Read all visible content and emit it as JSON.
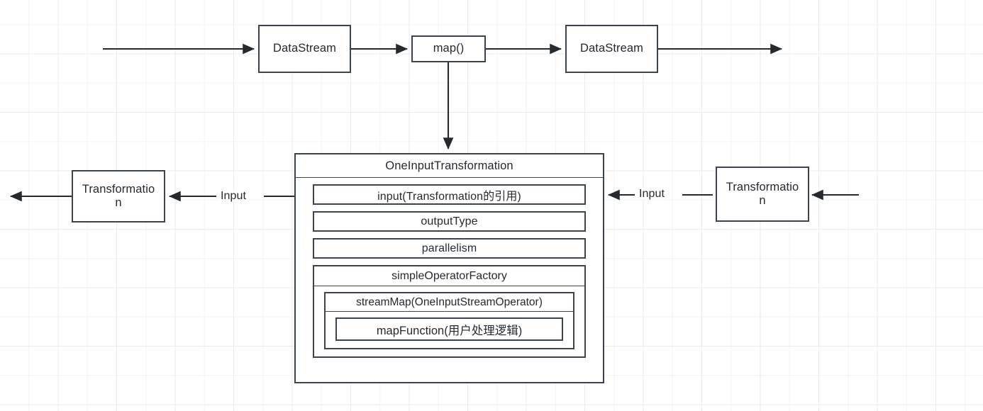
{
  "diagram": {
    "title": "Flink map() to OneInputTransformation structure",
    "colors": {
      "stroke": "#3b434d",
      "text": "#26292e",
      "background": "#ffffff",
      "grid_minor": "#f4f4f4",
      "grid_major": "#ebebeb"
    }
  },
  "top_flow": {
    "datastream_in": "DataStream",
    "map_call": "map()",
    "datastream_out": "DataStream"
  },
  "sides": {
    "transformation_left": "Transformation",
    "transformation_right": "Transformation",
    "label_input_left": "Input",
    "label_input_right": "Input"
  },
  "one_input_transformation": {
    "title": "OneInputTransformation",
    "fields": [
      "input(Transformation的引用)",
      "outputType",
      "parallelism"
    ],
    "operator_factory": {
      "title": "simpleOperatorFactory",
      "stream_operator": {
        "title": "streamMap(OneInputStreamOperator)",
        "user_function": "mapFunction(用户处理逻辑)"
      }
    }
  }
}
